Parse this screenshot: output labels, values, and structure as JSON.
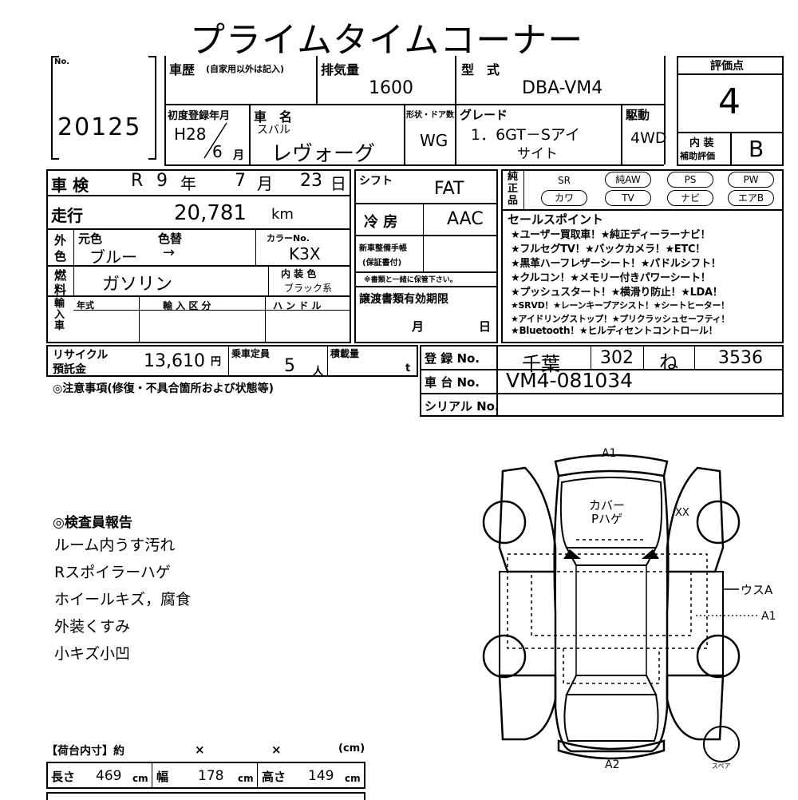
{
  "title": "プライムタイムコーナー",
  "lot": {
    "no_label": "No.",
    "number": "20125"
  },
  "history": {
    "label": "車歴",
    "sub": "(自家用以外は記入)"
  },
  "displacement": {
    "label": "排気量",
    "value": "1600"
  },
  "model": {
    "label": "型　式",
    "value": "DBA-VM4"
  },
  "score": {
    "label": "評価点",
    "value": "4",
    "interior_label_1": "内 装",
    "interior_label_2": "補助評価",
    "interior_value": "B"
  },
  "first_reg": {
    "label": "初度登録年月",
    "era": "H28",
    "month": "6",
    "month_unit": "月"
  },
  "car_name": {
    "label": "車　名",
    "maker": "スバル",
    "name": "レヴォーグ"
  },
  "shape": {
    "label": "形状・ドア数",
    "value": "WG"
  },
  "grade": {
    "label": "グレード",
    "line1": "1．6GT－Sアイ",
    "line2": "サイト"
  },
  "drive": {
    "label": "駆動",
    "value": "4WD"
  },
  "inspection": {
    "label": "車 検",
    "era": "R",
    "year": "9",
    "year_unit": "年",
    "month": "7",
    "month_unit": "月",
    "day": "23",
    "day_unit": "日"
  },
  "shift": {
    "label": "シフト",
    "value": "FAT"
  },
  "equipment": {
    "label": "純正品",
    "row1": [
      "SR",
      "純AW",
      "PS",
      "PW"
    ],
    "row2": [
      "カワ",
      "TV",
      "ナビ",
      "エアB"
    ]
  },
  "mileage": {
    "label": "走行",
    "value": "20,781",
    "unit": "km"
  },
  "ac": {
    "label": "冷 房",
    "value": "AAC"
  },
  "selling_points": {
    "label": "セールスポイント",
    "lines": [
      "★ユーザー買取車！★純正ディーラーナビ！",
      "★フルセグTV！★バックカメラ！★ETC！",
      "★黒革ハーフレザーシート！★パドルシフト！",
      "★クルコン！★メモリー付きパワーシート！",
      "★プッシュスタート！★横滑り防止！★LDA！",
      "★SRVD！★レーンキープアシスト！★シートヒーター！",
      "★アイドリングストップ！★プリクラッシュセーフティ！",
      "★Bluetooth！★ヒルディセントコントロール！"
    ]
  },
  "color": {
    "label_1": "外",
    "label_2": "色",
    "orig_label": "元色",
    "change_label": "色替",
    "orig": "ブルー",
    "change": "→",
    "code_label": "カラーNo.",
    "code": "K3X"
  },
  "service_book": {
    "label_1": "新車整備手帳",
    "label_2": "(保証書付)",
    "note": "※書類と一緒に保管下さい。"
  },
  "fuel": {
    "label_1": "燃",
    "label_2": "料",
    "value": "ガソリン",
    "interior_label": "内 装 色",
    "interior": "ブラック系"
  },
  "docs_expiry": {
    "label": "譲渡書類有効期限",
    "month": "月",
    "day": "日"
  },
  "import": {
    "label": "輸入車",
    "year_label": "年式",
    "type_label": "輸 入 区 分",
    "handle_label": "ハ ン ド ル"
  },
  "recycle": {
    "label_1": "リサイクル",
    "label_2": "預託金",
    "value": "13,610",
    "unit": "円"
  },
  "capacity": {
    "label": "乗車定員",
    "value": "5",
    "unit": "人"
  },
  "load": {
    "label": "積載量",
    "unit": "t"
  },
  "registration": {
    "label": "登 録 No.",
    "area": "千葉",
    "class": "302",
    "kana": "ね",
    "number": "3536"
  },
  "chassis": {
    "label": "車 台 No.",
    "value": "VM4-081034"
  },
  "serial": {
    "label": "シリアル No."
  },
  "notes_label": "◎注意事項(修復・不具合箇所および状態等)",
  "inspector": {
    "label": "◎検査員報告",
    "lines": [
      "ルーム内うす汚れ",
      "Rスポイラーハゲ",
      "ホイールキズ，腐食",
      "外装くすみ",
      "小キズ小凹"
    ]
  },
  "diagram": {
    "top": "A1",
    "hood_1": "カバー",
    "hood_2": "Pハゲ",
    "xx": "XX",
    "right_1": "ウスA",
    "right_2": "A1",
    "bottom": "A2",
    "spare": "スペア"
  },
  "cargo": {
    "label": "【荷台内寸】約",
    "x1": "×",
    "x2": "×",
    "unit": "(cm)",
    "length_label": "長さ",
    "length": "469",
    "width_label": "幅",
    "width": "178",
    "height_label": "高さ",
    "height": "149",
    "cm": "cm"
  }
}
